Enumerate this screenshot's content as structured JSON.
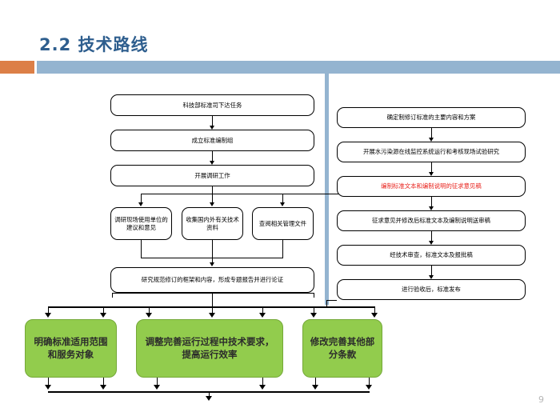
{
  "slide": {
    "title": "2.2  技术路线",
    "page_number": "9",
    "colors": {
      "title_blue": "#2E5E8E",
      "accent_orange": "#DC7F47",
      "accent_blue": "#94B4D0",
      "green_box": "#92CC4D",
      "red_text": "#E8211B",
      "line_black": "#000000"
    }
  },
  "left_column": {
    "steps": [
      {
        "id": "task-assignment",
        "text": "科技部标准司下达任务"
      },
      {
        "id": "form-drafting-group",
        "text": "成立标准编制组"
      },
      {
        "id": "start-research",
        "text": "开展调研工作"
      }
    ],
    "parallel_steps": [
      {
        "id": "field-survey",
        "text": "调研现场使用单位的建议和意见"
      },
      {
        "id": "collect-materials",
        "text": "收集国内外有关技术资料"
      },
      {
        "id": "review-documents",
        "text": "查阅相关管理文件"
      }
    ],
    "summary_step": {
      "id": "framework-report",
      "text": "研究规范修订的框架和内容，形成专题报告并进行论证"
    }
  },
  "right_column": {
    "steps": [
      {
        "id": "determine-scope",
        "text": "确定制修订标准的主要内容和方案"
      },
      {
        "id": "field-experiment",
        "text": "开展水污染源在线监控系统运行和考核现场试验研究"
      },
      {
        "id": "draft-for-comment",
        "text": "编制标准文本和编制说明的征求意见稿",
        "highlight": "red"
      },
      {
        "id": "revised-submission",
        "text": "征求意见并修改后标准文本及编制说明送审稿"
      },
      {
        "id": "technical-review",
        "text": "经技术审查，标准文本及报批稿"
      },
      {
        "id": "acceptance-release",
        "text": "进行验收后，标准发布"
      }
    ]
  },
  "outcomes": [
    {
      "id": "scope-and-service",
      "text": "明确标准适用范围和服务对象"
    },
    {
      "id": "improve-requirements",
      "text": "调整完善运行过程中技术要求，提高运行效率"
    },
    {
      "id": "revise-other-clauses",
      "text": "修改完善其他部分条款"
    }
  ]
}
